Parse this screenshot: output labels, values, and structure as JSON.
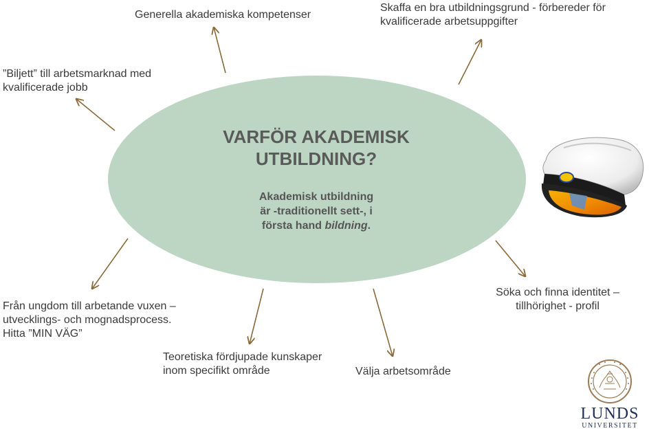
{
  "diagram": {
    "center": {
      "title_lines": [
        "VARFÖR AKADEMISK",
        "UTBILDNING?"
      ],
      "sub_lines": [
        "Akademisk utbildning",
        "är -traditionellt sett-, i"
      ],
      "sub_line3_prefix": "första hand ",
      "sub_line3_emphasis": "bildning",
      "sub_line3_suffix": "."
    },
    "labels": {
      "generella": [
        "Generella akademiska kompetenser"
      ],
      "skaffa": [
        "Skaffa en bra utbildningsgrund - förbereder för",
        "kvalificerade arbetsuppgifter"
      ],
      "biljett": [
        "”Biljett” till arbetsmarknad med",
        "kvalificerade jobb"
      ],
      "ungdom": [
        "Från ungdom till arbetande vuxen –",
        "utvecklings- och mognadsprocess.",
        "Hitta ”MIN VÄG”"
      ],
      "teoretiska": [
        "Teoretiska fördjupade kunskaper",
        "inom specifikt område"
      ],
      "valja": [
        "Välja arbetsområde"
      ],
      "soka": [
        "Söka och finna identitet –",
        "tillhörighet - profil"
      ]
    },
    "colors": {
      "ellipse": "#bcd6c3",
      "arrow": "#8a6a3a",
      "title": "#5a5a5a",
      "logo": "#1f2f5a"
    }
  },
  "logo": {
    "name": "LUNDS",
    "subtitle": "UNIVERSITET"
  }
}
